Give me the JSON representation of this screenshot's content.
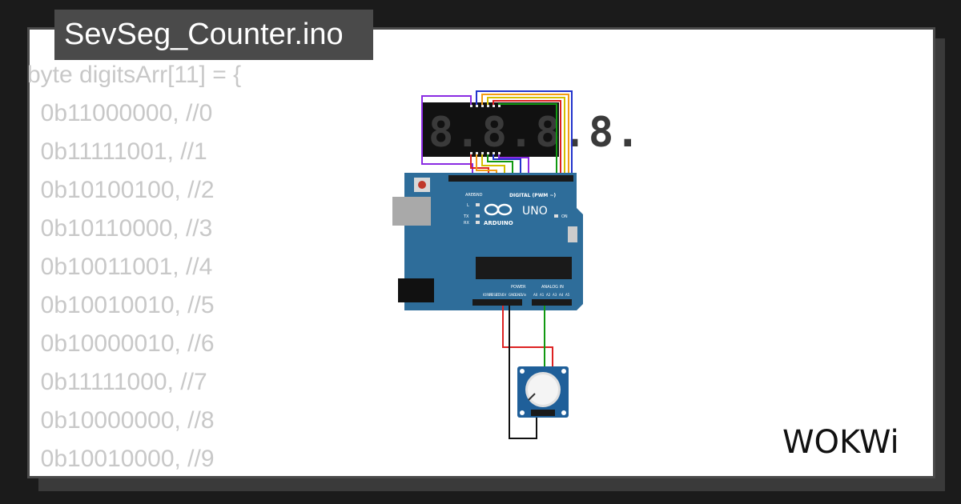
{
  "title": "SevSeg_Counter.ino",
  "code_lines": [
    "byte digitsArr[11] = {",
    "  0b11000000, //0",
    "  0b11111001, //1",
    "  0b10100100, //2",
    "  0b10110000, //3",
    "  0b10011001, //4",
    "  0b10010010, //5",
    "  0b10000010, //6",
    "  0b11111000, //7",
    "  0b10000000, //8",
    "  0b10010000, //9"
  ],
  "display": {
    "digits": "8.8.8.8."
  },
  "board": {
    "brand": "ARDUINO",
    "model": "UNO",
    "digital_label": "DIGITAL (PWM ~)",
    "power_label": "POWER",
    "analog_label": "ANALOG IN",
    "aref": "AREF",
    "gnd": "GND",
    "on": "ON",
    "l": "L",
    "tx": "TX",
    "rx": "RX",
    "power_pins": [
      "IOREF",
      "RESET",
      "3.3V",
      "5V",
      "GND",
      "GND",
      "Vin"
    ],
    "analog_pins": [
      "A0",
      "A1",
      "A2",
      "A3",
      "A4",
      "A5"
    ]
  },
  "logo_text": "WOKWi",
  "colors": {
    "background": "#1b1b1b",
    "card": "#ffffff",
    "tab": "#4a4a4a",
    "code_text": "#c8c8c8",
    "board": "#2e6d9a",
    "wire_purple": "#8a2be2",
    "wire_blue": "#2233cc",
    "wire_orange": "#f39c12",
    "wire_yellow": "#d4c000",
    "wire_green": "#119911",
    "wire_red": "#dd2222",
    "wire_black": "#111111"
  }
}
